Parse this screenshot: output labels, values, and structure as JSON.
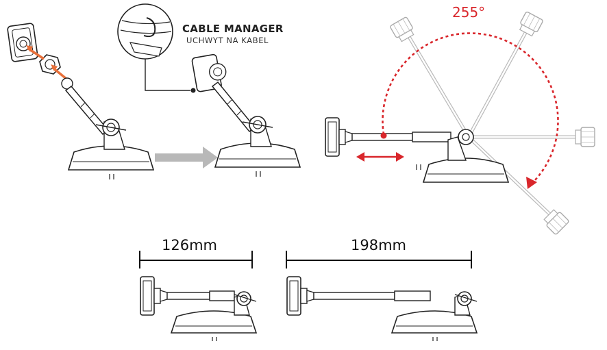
{
  "cable_manager": {
    "title": "CABLE MANAGER",
    "subtitle": "UCHWYT NA KABEL"
  },
  "rotation": {
    "angle_label": "255°"
  },
  "dimensions": {
    "retracted_label": "126mm",
    "extended_label": "198mm"
  },
  "colors": {
    "accent": "#d9262b",
    "orange": "#e8703a",
    "arrow_grey": "#b8b8b8",
    "line": "#222222",
    "ghost": "#bbbbbb"
  }
}
